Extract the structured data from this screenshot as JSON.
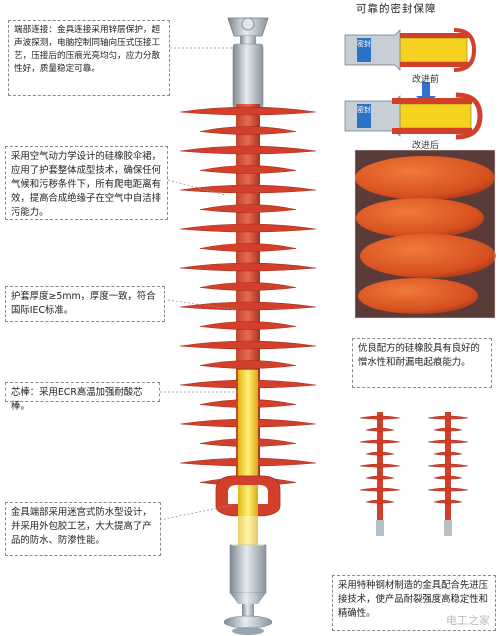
{
  "callouts": {
    "end_fitting": "端部连接：金具连接采用锌层保护，超声波探测，电脑控制同轴向压式压接工艺，压接后的压痕光亮均匀，应力分散性好，质量稳定可靠。",
    "sheds": "采用空气动力学设计的硅橡胶伞裙，应用了护套整体成型技术，确保任何气候和污秽条件下，所有爬电距离有效，提高合成绝缘子在空气中自洁排污能力。",
    "sheath": "护套厚度≥5mm，厚度一致，符合国际IEC标准。",
    "core": "芯棒：采用ECR高温加强耐酸芯棒。",
    "bottom_fitting": "金具端部采用迷宫式防水型设计，并采用外包胶工艺，大大提高了产品的防水、防渗性能。",
    "rubber": "优良配方的硅橡胶具有良好的憎水性和耐漏电起痕能力。",
    "steel": "采用特种钢材制造的金具配合先进压接技术，使产品耐裂强度高稳定性和精确性。"
  },
  "seal": {
    "title": "可靠的密封保障",
    "before_label": "改进前",
    "after_label": "改进后",
    "seal_tag": "密封"
  },
  "watermark": "电工之家",
  "colors": {
    "shed": "#d2402c",
    "shed_dark": "#a92a1c",
    "core": "#f5d32a",
    "metal": "#b7c0c9",
    "arrow": "#2a73c9"
  }
}
